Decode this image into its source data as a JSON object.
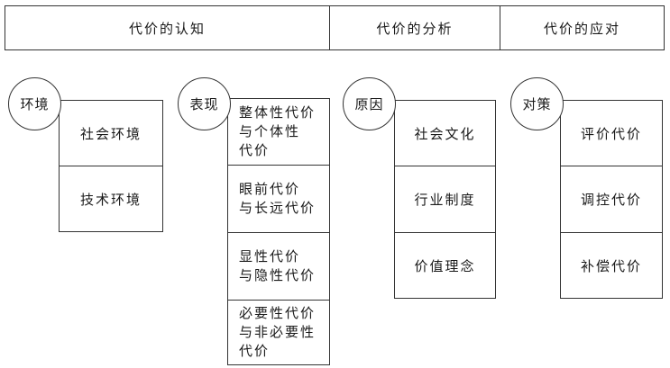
{
  "header": {
    "cell_1": "代价的认知",
    "cell_2": "代价的分析",
    "cell_3": "代价的应对"
  },
  "groups": {
    "environment": {
      "title": "环境",
      "items": [
        "社会环境",
        "技术环境"
      ]
    },
    "manifestation": {
      "title": "表现",
      "items": [
        "整体性代价\n与个体性\n代价",
        "眼前代价\n与长远代价",
        "显性代价\n与隐性代价",
        "必要性代价\n与非必要性\n代价"
      ]
    },
    "cause": {
      "title": "原因",
      "items": [
        "社会文化",
        "行业制度",
        "价值理念"
      ]
    },
    "countermeasure": {
      "title": "对策",
      "items": [
        "评价代价",
        "调控代价",
        "补偿代价"
      ]
    }
  }
}
